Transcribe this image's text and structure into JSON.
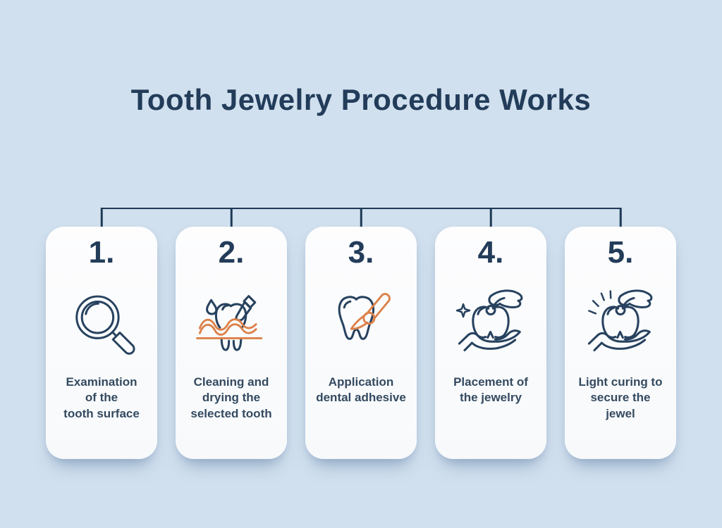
{
  "title": "Tooth Jewelry Procedure Works",
  "colors": {
    "background": "#d1e0ee",
    "card": "#fafbfc",
    "heading_navy": "#223c5a",
    "label_text": "#344a60",
    "connector_line": "#1d3a57",
    "icon_navy": "#27425f",
    "icon_orange": "#dc8049"
  },
  "steps": [
    {
      "number": "1.",
      "icon": "magnifier-icon",
      "label": "Examination\nof the\ntooth surface"
    },
    {
      "number": "2.",
      "icon": "tooth-cleaning-icon",
      "label": "Cleaning and\ndrying the\nselected tooth"
    },
    {
      "number": "3.",
      "icon": "adhesive-brush-icon",
      "label": "Application\ndental adhesive"
    },
    {
      "number": "4.",
      "icon": "jewelry-placement-icon",
      "label": "Placement of\nthe jewelry"
    },
    {
      "number": "5.",
      "icon": "light-curing-icon",
      "label": "Light curing to\nsecure the\njewel"
    }
  ]
}
